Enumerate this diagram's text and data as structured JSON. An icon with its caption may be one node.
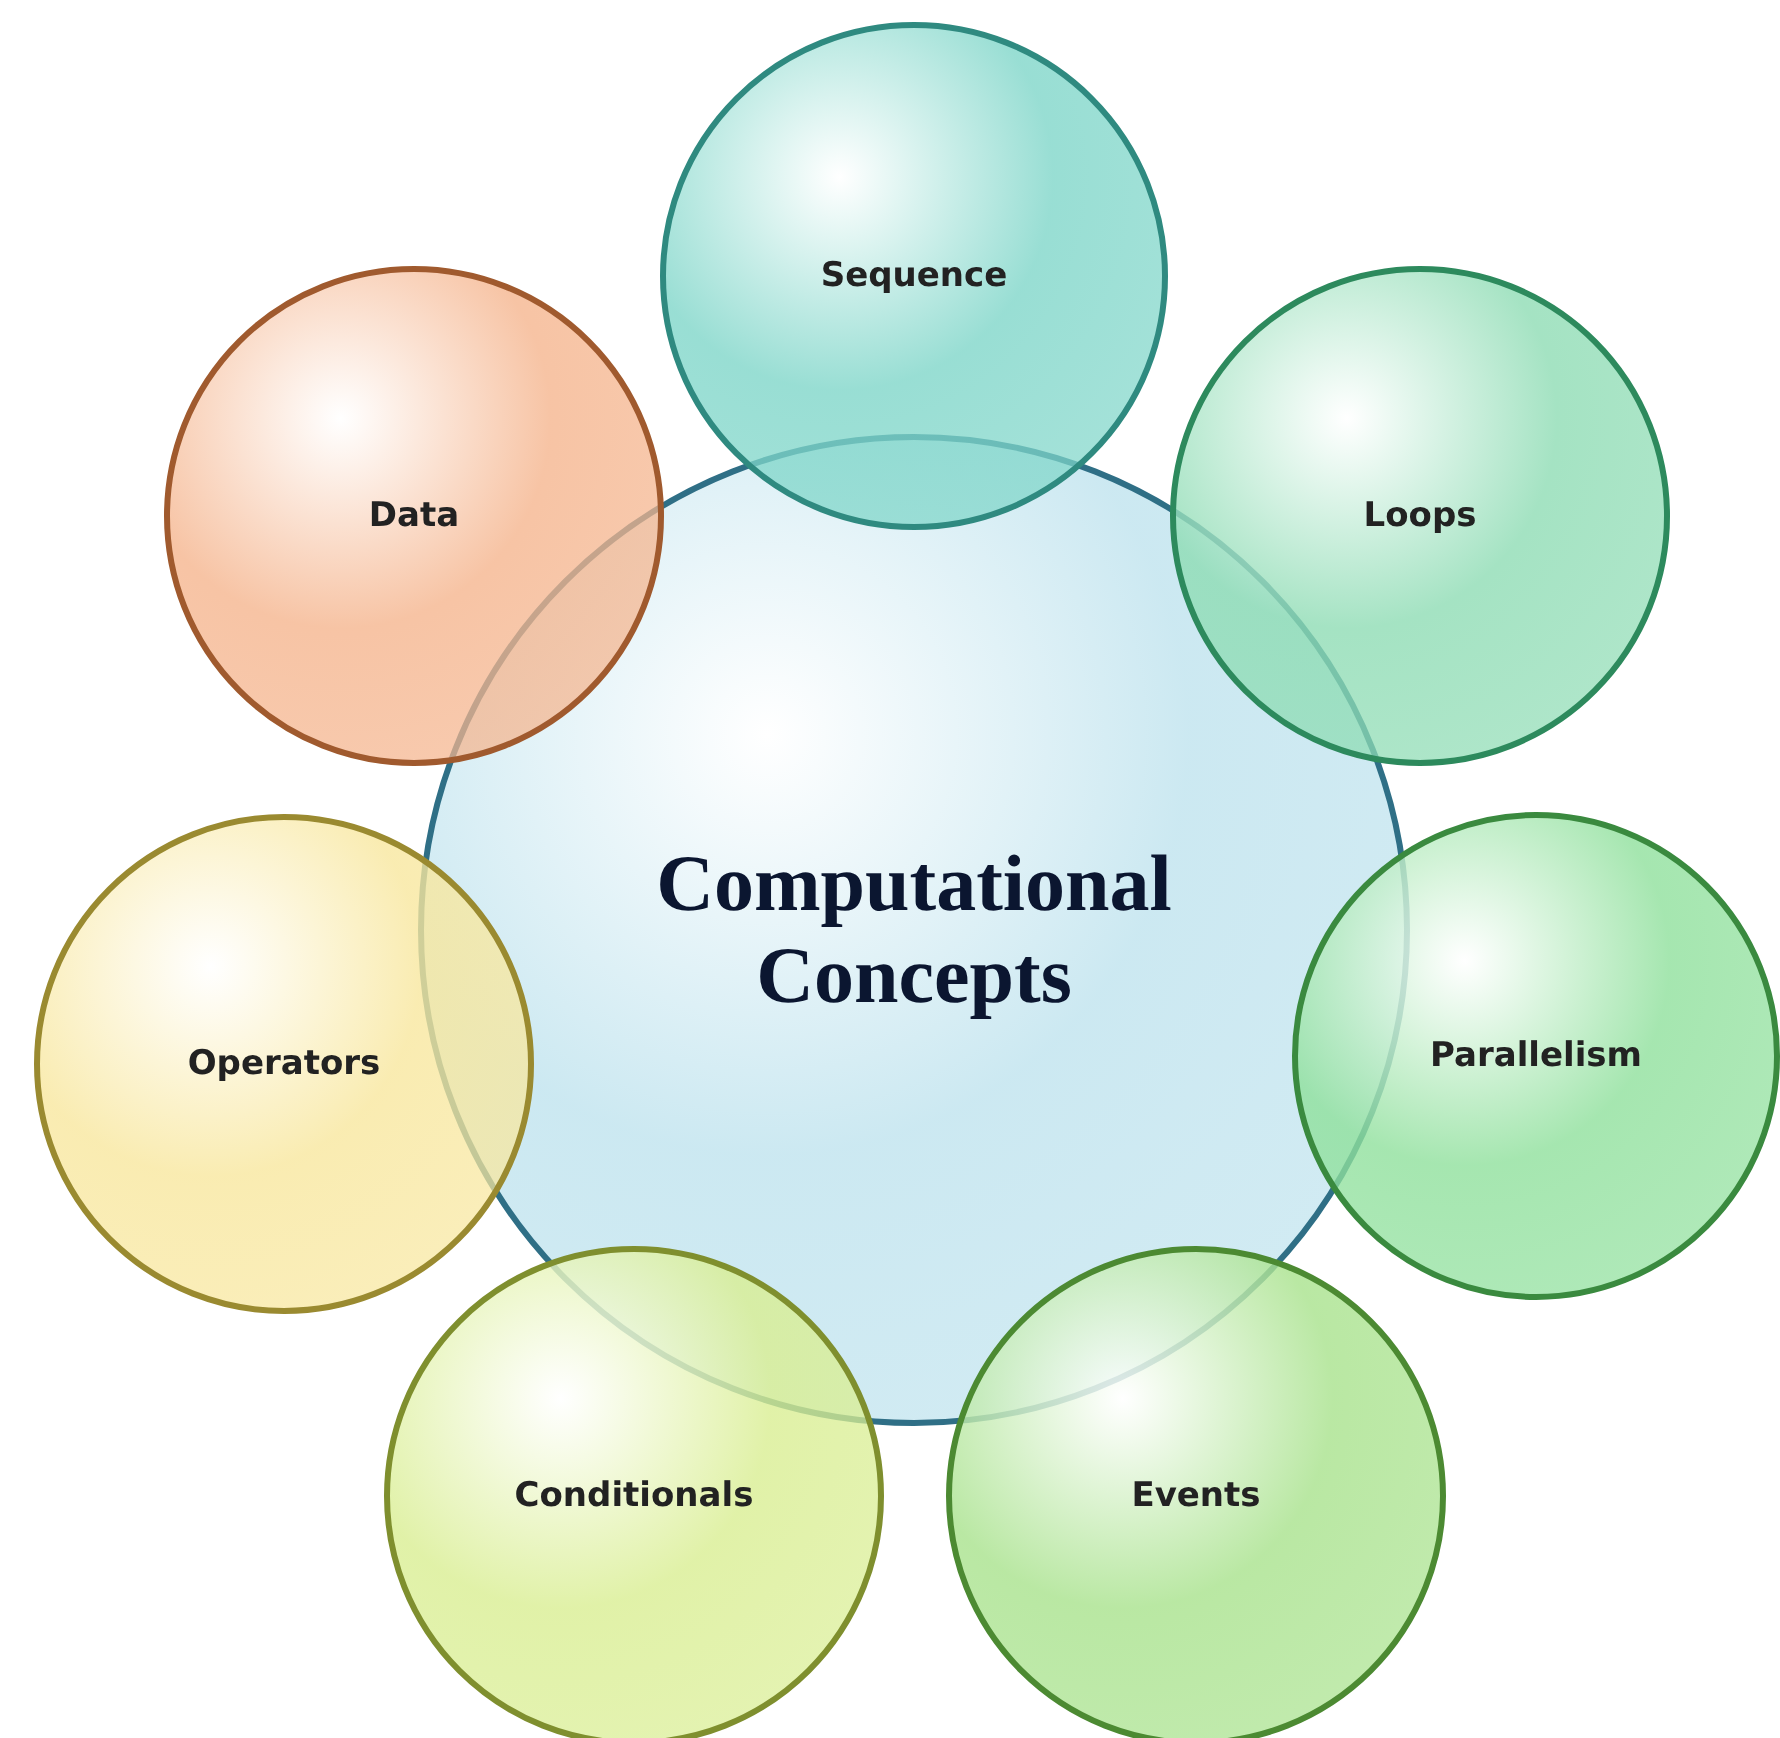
{
  "diagram": {
    "nodes": [
      {
        "text": [
          "Computational Concepts"
        ]
      },
      {
        "text": [
          "Sequence"
        ]
      },
      {
        "text": [
          "Loops"
        ]
      },
      {
        "text": [
          "Parallelism"
        ]
      },
      {
        "text": [
          "Events"
        ]
      },
      {
        "text": [
          "Conditionals"
        ]
      },
      {
        "text": [
          "Operators"
        ]
      },
      {
        "text": [
          "Data"
        ]
      }
    ]
  }
}
